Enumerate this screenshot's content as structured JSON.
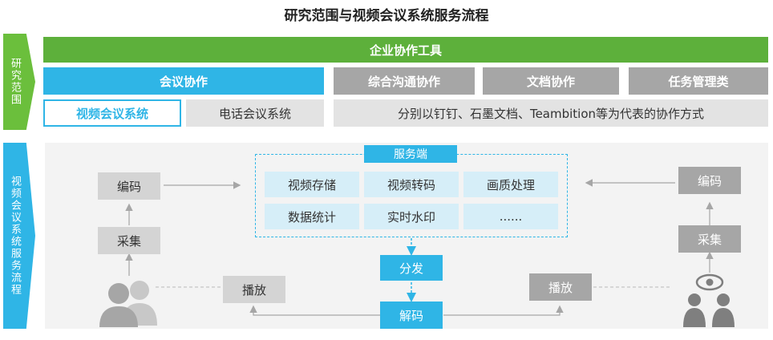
{
  "title": "研究范围与视频会议系统服务流程",
  "scope": {
    "side_label": "研究范围",
    "top_bar": "企业协作工具",
    "categories": [
      "会议协作",
      "综合沟通协作",
      "文档协作",
      "任务管理类"
    ],
    "sub_items": [
      "视频会议系统",
      "电话会议系统"
    ],
    "note": "分别以钉钉、石墨文档、Teambition等为代表的协作方式"
  },
  "flow": {
    "side_label": "视频会议系统服务流程",
    "server_label": "服务端",
    "server_cells": [
      "视频存储",
      "视频转码",
      "画质处理",
      "数据统计",
      "实时水印",
      "......"
    ],
    "left": {
      "encode": "编码",
      "collect": "采集",
      "play": "播放"
    },
    "right": {
      "encode": "编码",
      "collect": "采集",
      "play": "播放"
    },
    "distribute": "分发",
    "decode": "解码"
  },
  "colors": {
    "green": "#5db03b",
    "blue": "#2fb5e6",
    "gray": "#a6a6a6",
    "light_gray": "#e3e3e3",
    "light_blue": "#d6eef8"
  }
}
